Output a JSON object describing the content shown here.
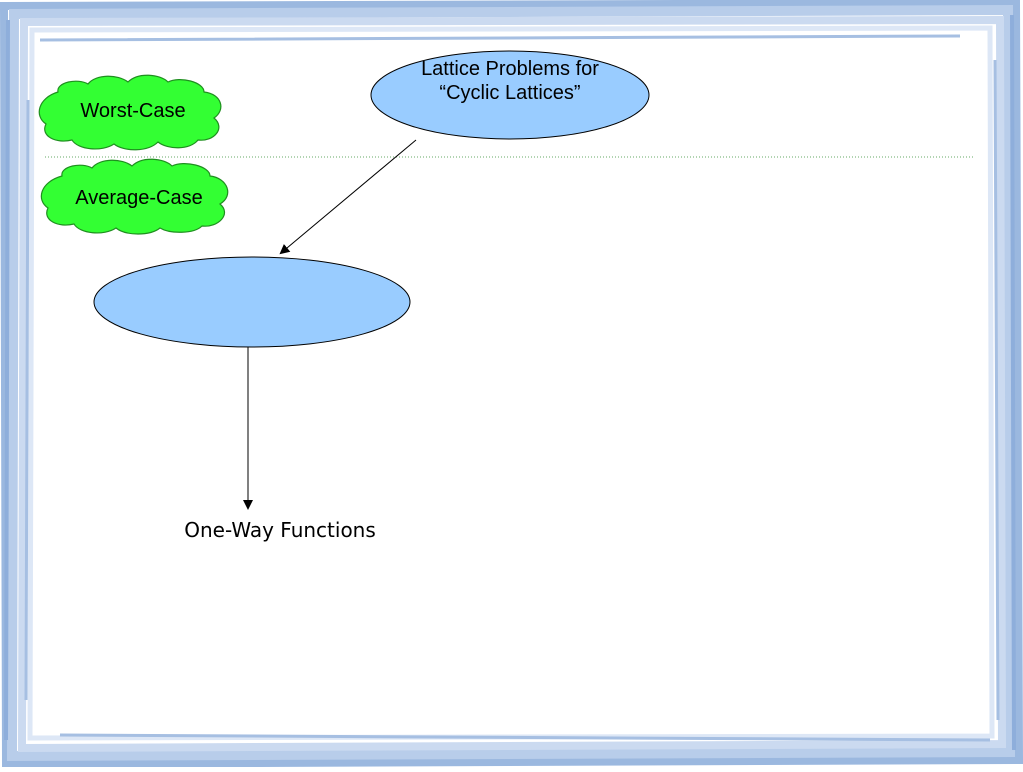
{
  "diagram": {
    "nodes": {
      "lattice_problems": {
        "label": "Lattice Problems for “Cyclic Lattices”"
      },
      "empty_node": {
        "label": ""
      },
      "one_way_functions": {
        "label": "One-Way Functions"
      }
    },
    "legend": {
      "worst_case": "Worst-Case",
      "average_case": "Average-Case"
    },
    "edges": [
      {
        "from": "lattice_problems",
        "to": "empty_node"
      },
      {
        "from": "empty_node",
        "to": "one_way_functions"
      }
    ]
  },
  "colors": {
    "frame": "#a9c2e4",
    "frame_dark": "#8eaedb",
    "ellipse_fill": "#99ccff",
    "cloud_fill": "#33ff33",
    "divider": "#66aa66"
  }
}
